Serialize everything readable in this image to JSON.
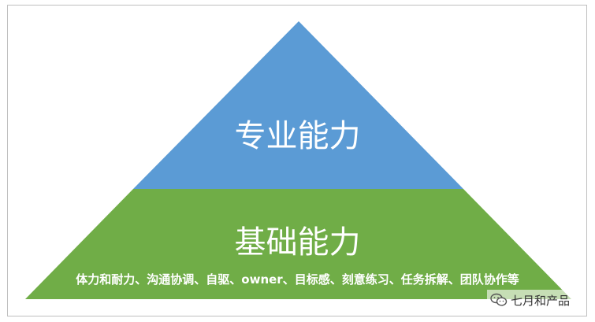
{
  "diagram": {
    "top_level": {
      "label": "专业能力",
      "color": "#5b9bd5"
    },
    "bottom_level": {
      "label": "基础能力",
      "description": "体力和耐力、沟通协调、自驱、owner、目标感、刻意练习、任务拆解、团队协作等",
      "color": "#70ad47"
    }
  },
  "watermark": {
    "text": "七月和产品",
    "icon": "wechat-icon"
  }
}
